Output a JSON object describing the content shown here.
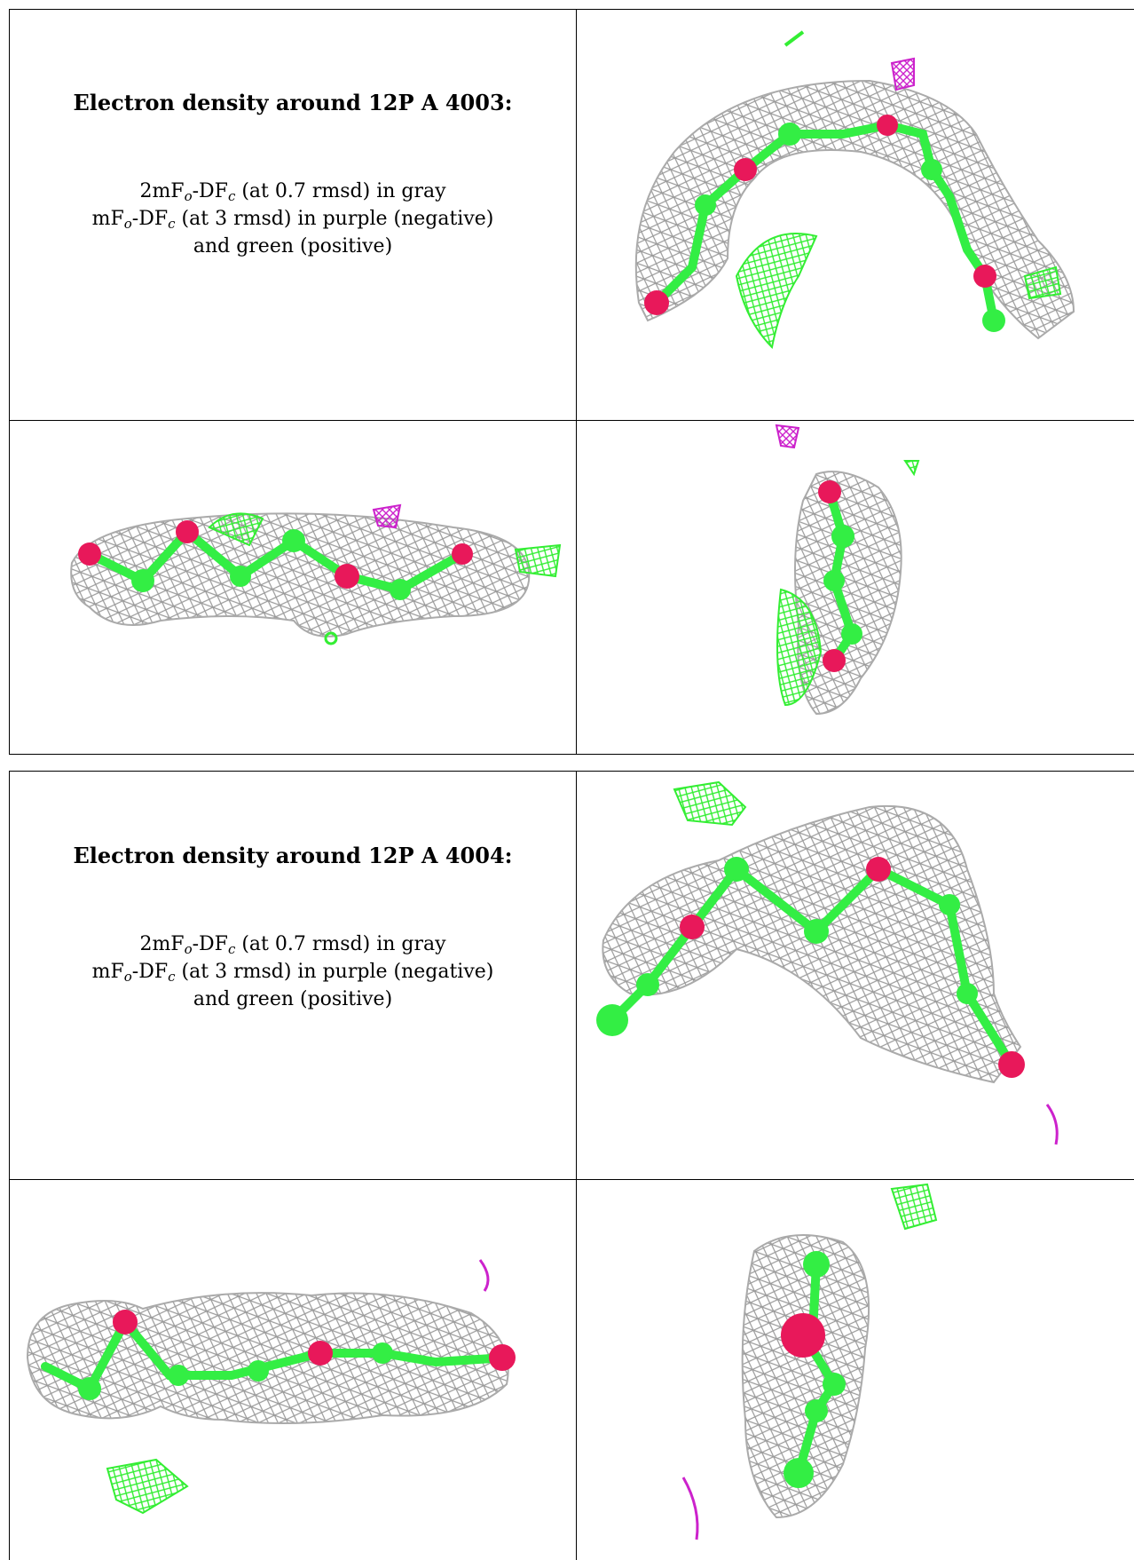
{
  "blocks": [
    {
      "heading": "Electron density around 12P A 4003:",
      "line1_a": "2mF",
      "line1_o": "o",
      "line1_b": "-DF",
      "line1_c": "c",
      "line1_rest": " (at 0.7 rmsd) in gray",
      "line2_a": "mF",
      "line2_o": "o",
      "line2_b": "-DF",
      "line2_c": "c",
      "line2_rest": " (at 3 rmsd) in purple (negative)",
      "line3": "and green (positive)"
    },
    {
      "heading": "Electron density around 12P A 4004:",
      "line1_a": "2mF",
      "line1_o": "o",
      "line1_b": "-DF",
      "line1_c": "c",
      "line1_rest": " (at 0.7 rmsd) in gray",
      "line2_a": "mF",
      "line2_o": "o",
      "line2_b": "-DF",
      "line2_c": "c",
      "line2_rest": " (at 3 rmsd) in purple (negative)",
      "line3": "and green (positive)"
    }
  ],
  "colors": {
    "mesh_gray": "#9a9a9a",
    "carbon_green": "#33ee44",
    "oxygen_red": "#e8185a",
    "negative_purple": "#cc22cc",
    "positive_green": "#33ee33"
  },
  "icons": [
    "density-mesh-image"
  ]
}
